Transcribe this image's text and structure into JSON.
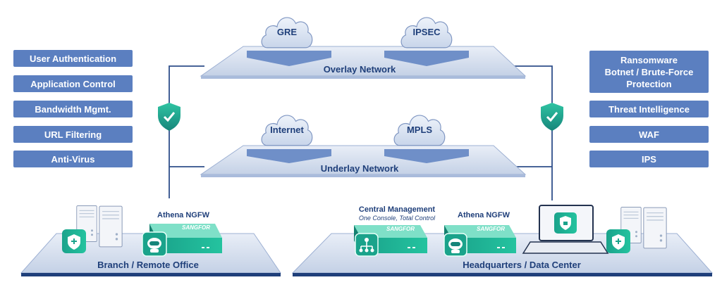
{
  "left_features": [
    "User Authentication",
    "Application Control",
    "Bandwidth Mgmt.",
    "URL Filtering",
    "Anti-Virus"
  ],
  "right_features": {
    "protection": [
      "Ransomware",
      "Botnet / Brute-Force",
      "Protection"
    ],
    "items": [
      "Threat Intelligence",
      "WAF",
      "IPS"
    ]
  },
  "overlay": {
    "label": "Overlay Network",
    "clouds": [
      "GRE",
      "IPSEC"
    ]
  },
  "underlay": {
    "label": "Underlay Network",
    "clouds": [
      "Internet",
      "MPLS"
    ]
  },
  "branch": {
    "label": "Branch / Remote Office",
    "ngfw_label": "Athena NGFW",
    "brand": "SANGFOR"
  },
  "hq": {
    "label": "Headquarters / Data Center",
    "central_label": "Central Management",
    "central_sub": "One Console, Total Control",
    "ngfw_label": "Athena NGFW",
    "brand": "SANGFOR"
  },
  "colors": {
    "feature_bg": "#5b7fc0",
    "text": "#1f3f7a",
    "line": "#2f4f8a",
    "appliance": "#1faf96",
    "shield": "#22a58a"
  }
}
